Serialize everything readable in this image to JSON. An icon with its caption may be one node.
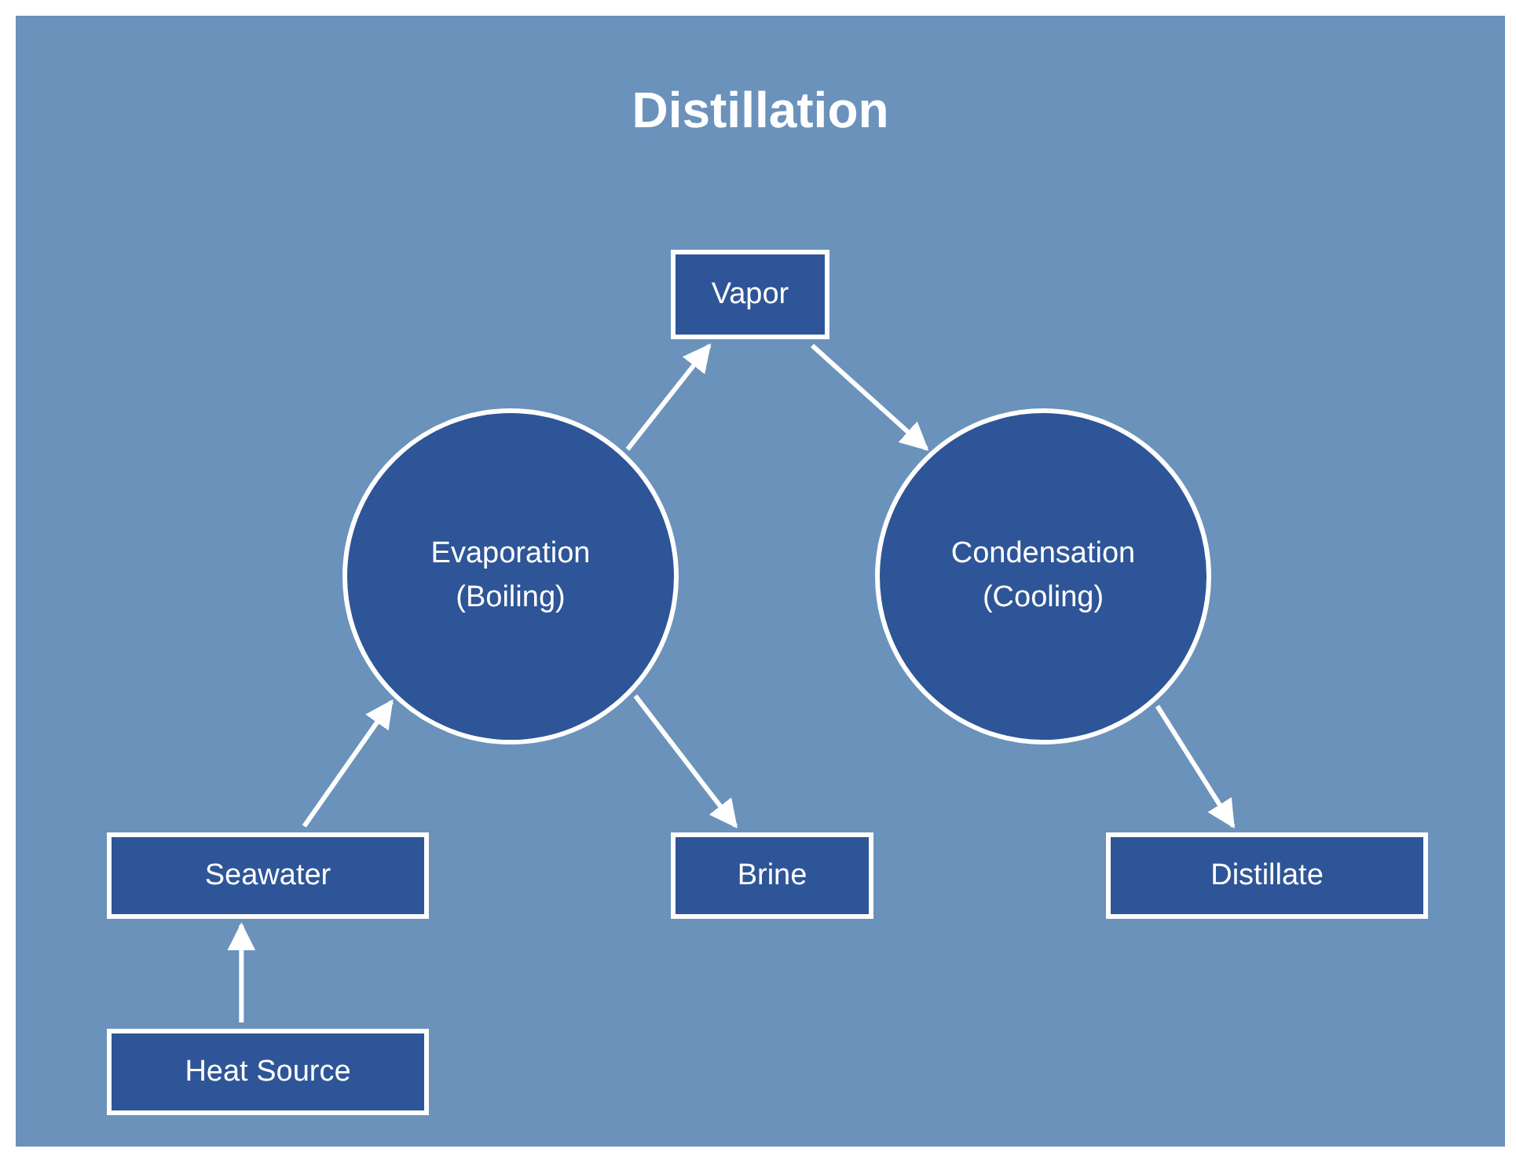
{
  "diagram": {
    "title": "Distillation",
    "nodes": [
      {
        "text": [
          "Vapor"
        ]
      },
      {
        "text": [
          "Evaporation (Boiling)"
        ]
      },
      {
        "text": [
          "Condensation (Cooling)"
        ]
      },
      {
        "text": [
          "Seawater"
        ]
      },
      {
        "text": [
          "Brine"
        ]
      },
      {
        "text": [
          "Distillate"
        ]
      },
      {
        "text": [
          "Heat Source"
        ]
      }
    ],
    "edges": [
      {
        "from": 6,
        "to": 3,
        "arrow": "to"
      },
      {
        "from": 3,
        "to": 1,
        "arrow": "to"
      },
      {
        "from": 1,
        "to": 0,
        "arrow": "to"
      },
      {
        "from": 0,
        "to": 2,
        "arrow": "to"
      },
      {
        "from": 1,
        "to": 4,
        "arrow": "to"
      },
      {
        "from": 2,
        "to": 5,
        "arrow": "to"
      }
    ]
  }
}
